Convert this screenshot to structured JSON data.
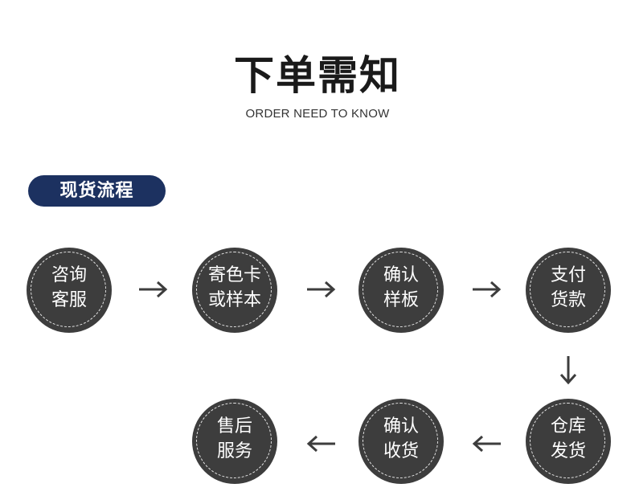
{
  "header": {
    "title": "下单需知",
    "subtitle": "ORDER NEED TO KNOW"
  },
  "section": {
    "badge": "现货流程"
  },
  "steps": [
    {
      "line1": "咨询",
      "line2": "客服"
    },
    {
      "line1": "寄色卡",
      "line2": "或样本"
    },
    {
      "line1": "确认",
      "line2": "样板"
    },
    {
      "line1": "支付",
      "line2": "货款"
    },
    {
      "line1": "仓库",
      "line2": "发货"
    },
    {
      "line1": "确认",
      "line2": "收货"
    },
    {
      "line1": "售后",
      "line2": "服务"
    }
  ],
  "colors": {
    "badge_bg": "#1c3160",
    "circle_bg": "#3d3d3d",
    "arrow": "#3d3d3d"
  }
}
